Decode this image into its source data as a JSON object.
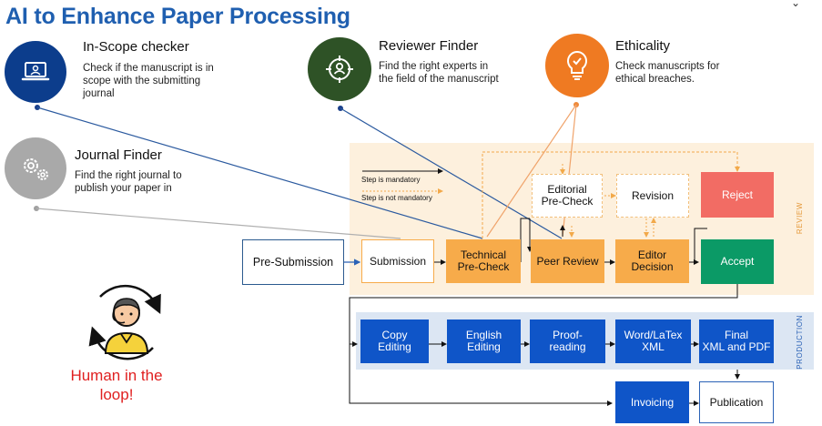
{
  "title": "AI to Enhance Paper Processing",
  "features": {
    "inscope": {
      "title": "In-Scope checker",
      "desc": "Check if the manuscript is in scope with the submitting journal",
      "color": "#0c3d8c",
      "icon": "laptop-icon"
    },
    "reviewer": {
      "title": "Reviewer Finder",
      "desc": "Find the right experts in the field of the manuscript",
      "color": "#2e5226",
      "icon": "person-target-icon"
    },
    "ethic": {
      "title": "Ethicality",
      "desc": "Check manuscripts for ethical breaches.",
      "color": "#ef7a22",
      "icon": "lightbulb-icon"
    },
    "journal": {
      "title": "Journal Finder",
      "desc": "Find the right journal to publish your paper in",
      "color": "#a9a9a9",
      "icon": "gears-icon"
    }
  },
  "legend": {
    "mandatory": "Step is mandatory",
    "not_mandatory": "Step is not mandatory"
  },
  "sections": {
    "review": "REVIEW",
    "production": "PRODUCTION"
  },
  "steps": {
    "pre_submission": "Pre-Submission",
    "submission": "Submission",
    "technical": "Technical\nPre-Check",
    "peer": "Peer Review",
    "editor": "Editor\nDecision",
    "editorial": "Editorial\nPre-Check",
    "revision": "Revision",
    "reject": "Reject",
    "accept": "Accept",
    "copy": "Copy\nEditing",
    "english": "English\nEditing",
    "proof": "Proof-\nreading",
    "wordlatex": "Word/LaTex\nXML",
    "final": "Final\nXML and PDF",
    "invoicing": "Invoicing",
    "publication": "Publication"
  },
  "human": {
    "text": "Human in the loop!",
    "icon": "human-in-loop-icon"
  }
}
